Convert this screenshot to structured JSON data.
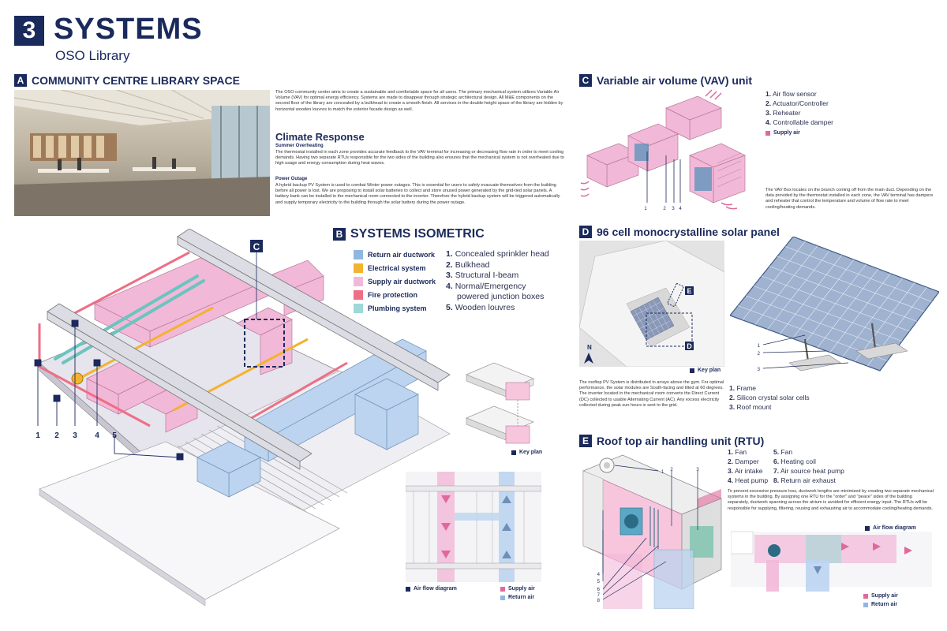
{
  "header": {
    "number": "3",
    "title": "SYSTEMS",
    "subtitle": "OSO Library"
  },
  "sectionA": {
    "badge": "A",
    "title": "COMMUNITY CENTRE LIBRARY SPACE",
    "intro": "The OSO community center aims to create a sustainable and comfortable space for all users. The primary mechanical system utilizes Variable Air Volume (VAV) for optimal energy efficiency. Systems are made to disappear through strategic architectural design. All M&E components on the second floor of the library are concealed by a bulkhead to create a smooth finish. All services in the double-height space of the library are hidden by horizontal wooden louvres to match the exterior facade design as well.",
    "climate_title": "Climate Response",
    "summer_title": "Summer Overheating",
    "summer_text": "The thermostat installed in each zone provides accurate feedback to the VAV terminal for increasing or decreasing flow rate in order to meet cooling demands. Having two separate RTUs responsible for the two sides of the building also ensures that the mechanical system is not overheated due to high usage and energy consumption during heat waves.",
    "power_title": "Power Outage",
    "power_text": "A hybrid backup PV System is used to combat Winter power outages. This is essential for users to safely evacuate themselves from the building before all power is lost. We are proposing to install solar batteries to collect and store unused power generated by the grid-tied solar panels. A battery bank can be installed in the mechanical room connected to the inverter. Therefore the hybrid backup system will be triggered automatically and supply temporary electricity to the building through the solar battery during the power outage."
  },
  "sectionB": {
    "badge": "B",
    "title": "SYSTEMS ISOMETRIC",
    "callout": "C",
    "legend": [
      {
        "label": "Return air ductwork",
        "color": "#8fb8e0"
      },
      {
        "label": "Electrical system",
        "color": "#f2b330"
      },
      {
        "label": "Supply air ductwork",
        "color": "#f2b8d8"
      },
      {
        "label": "Fire protection",
        "color": "#ee6e86"
      },
      {
        "label": "Plumbing system",
        "color": "#9ed9d6"
      }
    ],
    "items": [
      {
        "num": "1.",
        "text": "Concealed sprinkler head"
      },
      {
        "num": "2.",
        "text": "Bulkhead"
      },
      {
        "num": "3.",
        "text": "Structural I-beam"
      },
      {
        "num": "4.",
        "text": "Normal/Emergency"
      },
      {
        "num": "",
        "text": "powered junction boxes"
      },
      {
        "num": "5.",
        "text": "Wooden louvres"
      }
    ],
    "leaders": [
      "1",
      "2",
      "3",
      "4",
      "5"
    ],
    "key_plan": "Key plan",
    "airflow": "Air flow diagram",
    "supply": "Supply air",
    "return": "Return air"
  },
  "sectionC": {
    "badge": "C",
    "title": "Variable air volume (VAV) unit",
    "items": [
      {
        "num": "1.",
        "text": "Air flow sensor"
      },
      {
        "num": "2.",
        "text": "Actuator/Controller"
      },
      {
        "num": "3.",
        "text": "Reheater"
      },
      {
        "num": "4.",
        "text": "Controllable damper"
      }
    ],
    "supply": "Supply air",
    "leaders": [
      "1",
      "2",
      "3",
      "4"
    ],
    "text": "The VAV Box locates on the branch coming off from the main duct. Depending on the data provided by the thermostat installed in each zone, the VAV terminal has dampers and reheater that control the temperature and volume of flow rate to meet cooling/heating demands."
  },
  "sectionD": {
    "badge": "D",
    "title": "96 cell monocrystalline solar panel",
    "map_e": "E",
    "map_d": "D",
    "north": "N",
    "key_plan": "Key plan",
    "text": "The rooftop PV System is distributed in arrays above the gym. For optimal performance, the solar modules are South-facing and tilted at 60 degrees. The inverter located in the mechanical room converts the Direct Current (DC) collected to usable Alternating Current (AC). Any excess electricity collected during peak sun hours is sent to the grid.",
    "items": [
      {
        "num": "1.",
        "text": "Frame"
      },
      {
        "num": "2.",
        "text": "Silicon crystal solar cells"
      },
      {
        "num": "3.",
        "text": "Roof mount"
      }
    ],
    "leaders": [
      "1",
      "2",
      "3"
    ]
  },
  "sectionE": {
    "badge": "E",
    "title": "Roof top air handling unit (RTU)",
    "items_left": [
      {
        "num": "1.",
        "text": "Fan"
      },
      {
        "num": "2.",
        "text": "Damper"
      },
      {
        "num": "3.",
        "text": "Air intake"
      },
      {
        "num": "4.",
        "text": "Heat pump"
      }
    ],
    "items_right": [
      {
        "num": "5.",
        "text": "Fan"
      },
      {
        "num": "6.",
        "text": "Heating coil"
      },
      {
        "num": "7.",
        "text": "Air source heat pump"
      },
      {
        "num": "8.",
        "text": "Return air exhaust"
      }
    ],
    "text": "To prevent excessive pressure loss, ductwork lengths are minimized by creating two separate mechanical systems in the building. By assigning one RTU for the \"order\" and \"peace\" sides of the building separately, ductwork spanning across the atrium is avoided for efficient energy input. The RTUs will be responsible for supplying, filtering, reusing and exhausting air to accommodate cooling/heating demands.",
    "airflow": "Air flow diagram",
    "supply": "Supply air",
    "return": "Return air",
    "leaders": [
      "1",
      "2",
      "3",
      "4",
      "5",
      "6",
      "7",
      "8"
    ]
  }
}
